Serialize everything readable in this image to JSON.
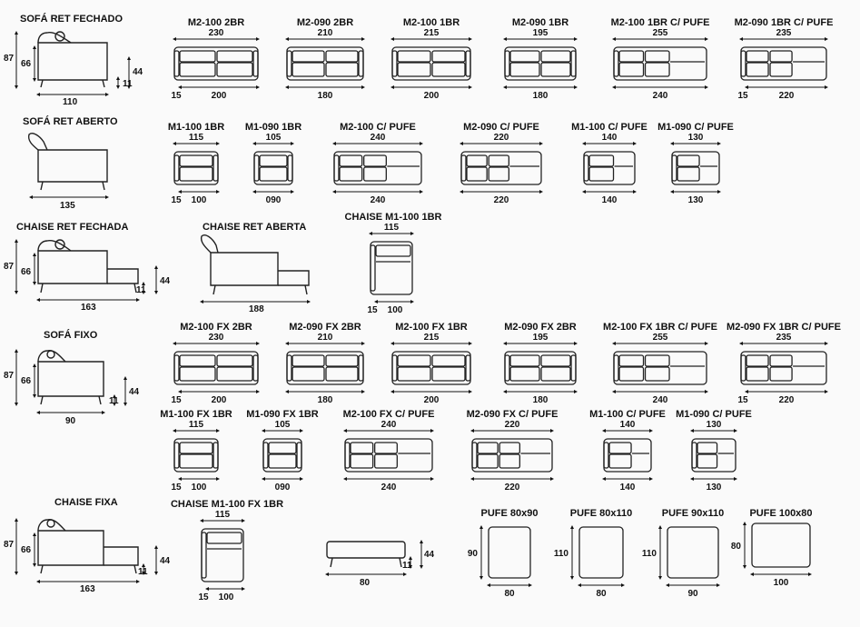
{
  "sections": {
    "sofa_ret_fechado": {
      "title": "SOFÁ RET FECHADO",
      "width": "110",
      "height": "87",
      "seat": "66",
      "leg_a": "11",
      "leg_b": "44"
    },
    "sofa_ret_aberto": {
      "title": "SOFÁ RET ABERTO",
      "width": "135"
    },
    "chaise_ret_fechada": {
      "title": "CHAISE RET FECHADA",
      "width": "163",
      "height": "87",
      "seat": "66",
      "leg_a": "11",
      "leg_b": "44"
    },
    "chaise_ret_aberta": {
      "title": "CHAISE RET ABERTA",
      "width": "188"
    },
    "sofa_fixo": {
      "title": "SOFÁ FIXO",
      "width": "90",
      "height": "87",
      "seat": "66",
      "leg_a": "11",
      "leg_b": "44"
    },
    "chaise_fixa": {
      "title": "CHAISE FIXA",
      "width": "163",
      "height": "87",
      "seat": "66",
      "leg_a": "11",
      "leg_b": "44"
    },
    "pufe_side": {
      "width": "80",
      "leg_a": "11",
      "leg_b": "44"
    }
  },
  "modules": {
    "m1": {
      "label": "M2-100 2BR",
      "total": "230",
      "arm": "15",
      "seat": "200"
    },
    "m2": {
      "label": "M2-090 2BR",
      "total": "210",
      "seat": "180"
    },
    "m3": {
      "label": "M2-100 1BR",
      "total": "215",
      "seat": "200"
    },
    "m4": {
      "label": "M2-090 1BR",
      "total": "195",
      "seat": "180"
    },
    "m5": {
      "label": "M2-100 1BR C/ PUFE",
      "total": "255",
      "seat": "240"
    },
    "m6": {
      "label": "M2-090 1BR C/ PUFE",
      "total": "235",
      "arm": "15",
      "seat": "220"
    },
    "m7": {
      "label": "M1-100 1BR",
      "total": "115",
      "arm": "15",
      "seat": "100"
    },
    "m8": {
      "label": "M1-090 1BR",
      "total": "105",
      "seat": "090"
    },
    "m9": {
      "label": "M2-100 C/ PUFE",
      "total": "240",
      "seat": "240"
    },
    "m10": {
      "label": "M2-090 C/ PUFE",
      "total": "220",
      "seat": "220"
    },
    "m11": {
      "label": "M1-100 C/ PUFE",
      "total": "140",
      "seat": "140"
    },
    "m12": {
      "label": "M1-090 C/ PUFE",
      "total": "130",
      "seat": "130"
    },
    "m13": {
      "label": "CHAISE M1-100 1BR",
      "total": "115",
      "arm": "15",
      "seat": "100"
    },
    "m14": {
      "label": "M2-100 FX 2BR",
      "total": "230",
      "arm": "15",
      "seat": "200"
    },
    "m15": {
      "label": "M2-090 FX 2BR",
      "total": "210",
      "seat": "180"
    },
    "m16": {
      "label": "M2-100 FX 1BR",
      "total": "215",
      "seat": "200"
    },
    "m17": {
      "label": "M2-090 FX 2BR",
      "total": "195",
      "seat": "180"
    },
    "m18": {
      "label": "M2-100 FX 1BR C/ PUFE",
      "total": "255",
      "seat": "240"
    },
    "m19": {
      "label": "M2-090 FX 1BR C/ PUFE",
      "total": "235",
      "arm": "15",
      "seat": "220"
    },
    "m20": {
      "label": "M1-100 FX 1BR",
      "total": "115",
      "arm": "15",
      "seat": "100"
    },
    "m21": {
      "label": "M1-090 FX 1BR",
      "total": "105",
      "seat": "090"
    },
    "m22": {
      "label": "M2-100 FX C/ PUFE",
      "total": "240",
      "seat": "240"
    },
    "m23": {
      "label": "M2-090 FX C/ PUFE",
      "total": "220",
      "seat": "220"
    },
    "m24": {
      "label": "M1-100 C/ PUFE",
      "total": "140",
      "seat": "140"
    },
    "m25": {
      "label": "M1-090 C/ PUFE",
      "total": "130",
      "seat": "130"
    },
    "m26": {
      "label": "CHAISE M1-100 FX 1BR",
      "total": "115",
      "arm": "15",
      "seat": "100"
    }
  },
  "pufes": {
    "p1": {
      "label": "PUFE 80x90",
      "w": "80",
      "h": "90"
    },
    "p2": {
      "label": "PUFE 80x110",
      "w": "80",
      "h": "110"
    },
    "p3": {
      "label": "PUFE 90x110",
      "w": "90",
      "h": "110"
    },
    "p4": {
      "label": "PUFE 100x80",
      "w": "100",
      "h": "80"
    }
  }
}
